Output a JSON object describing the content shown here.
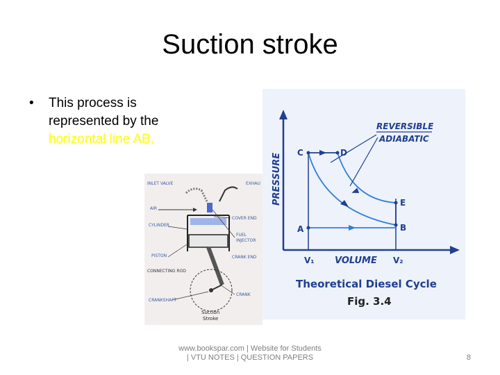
{
  "slide": {
    "title": "Suction stroke",
    "bullet": {
      "text_before": "This process is represented by the",
      "highlight": "horizontal line AB."
    },
    "footer": "www.bookspar.com | Website for Students | VTU NOTES | QUESTION PAPERS",
    "page_number": "8"
  },
  "engine_figure": {
    "labels": {
      "inlet_valve": "INLET VALVE",
      "exhaust": "EXHAU",
      "air": "AIR",
      "cylinder": "CYLINDER",
      "cover_end": "COVER END",
      "fuel_injector_1": "FUEL",
      "fuel_injector_2": "INJECTOR",
      "piston": "PISTON",
      "crank_end": "CRANK END",
      "connecting_rod": "CONNECTING ROD",
      "crankshaft": "CRANKSHAFT",
      "crank": "CRANK",
      "caption_1": "Suction",
      "caption_2": "Stroke"
    }
  },
  "pv_diagram": {
    "axis_y": "PRESSURE",
    "axis_x": "VOLUME",
    "v1": "V₁",
    "v2": "V₂",
    "points": {
      "a": "A",
      "b": "B",
      "c": "C",
      "d": "D",
      "e": "E"
    },
    "legend_1": "REVERSIBLE",
    "legend_2": "ADIABATIC",
    "caption": "Theoretical Diesel Cycle",
    "fig": "Fig. 3.4"
  },
  "colors": {
    "highlight": "#ffff00",
    "diagram_ink": "#1f3f8f",
    "curve": "#2f7fd8",
    "engine_label": "#3a5aa0"
  }
}
